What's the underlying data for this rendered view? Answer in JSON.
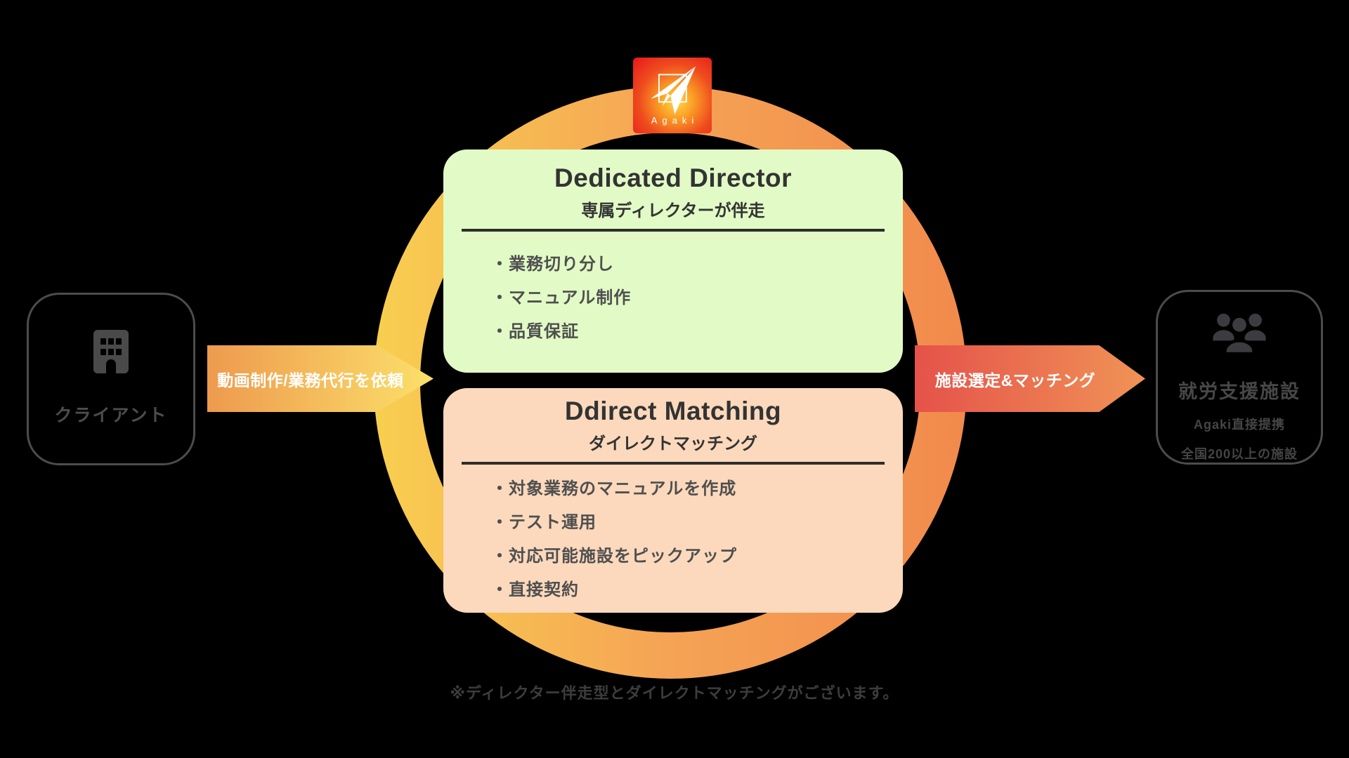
{
  "colors": {
    "background": "#000000",
    "ring_gradient": [
      "#f8cf4f",
      "#f5a355",
      "#f18a4c"
    ],
    "green_box_bg": "#e2fbc6",
    "peach_box_bg": "#fcd9bc",
    "arrow_request_gradient": [
      "#ee9a4e",
      "#fbe06a"
    ],
    "arrow_matching_gradient": [
      "#e5524a",
      "#f09356"
    ],
    "logo_red": "#e7161c",
    "logo_glow": "#ffd84e",
    "card_border": "#4c4c4c",
    "title_text": "#333333",
    "item_text": "#4f4f4f",
    "gray_text": "#4d4d4d"
  },
  "logo": {
    "brand": "Agaki",
    "icon": "paper-plane-icon"
  },
  "green_box": {
    "title": "Dedicated Director",
    "subtitle": "専属ディレクターが伴走",
    "items": [
      "・業務切り分し",
      "・マニュアル制作",
      "・品質保証"
    ]
  },
  "peach_box": {
    "title": "Ddirect Matching",
    "subtitle": "ダイレクトマッチング",
    "items": [
      "・対象業務のマニュアルを作成",
      "・テスト運用",
      "・対応可能施設をピックアップ",
      "・直接契約"
    ]
  },
  "left_card": {
    "icon": "building-icon",
    "label": "クライアント"
  },
  "right_card": {
    "icon": "users-icon",
    "title": "就労支援施設",
    "line1": "Agaki直接提携",
    "line2": "全国200以上の施設"
  },
  "arrow_request": {
    "label": "動画制作/業務代行を依頼"
  },
  "arrow_matching": {
    "label": "施設選定&マッチング"
  },
  "footnote": {
    "text": "※ディレクター伴走型とダイレクトマッチングがございます。"
  }
}
